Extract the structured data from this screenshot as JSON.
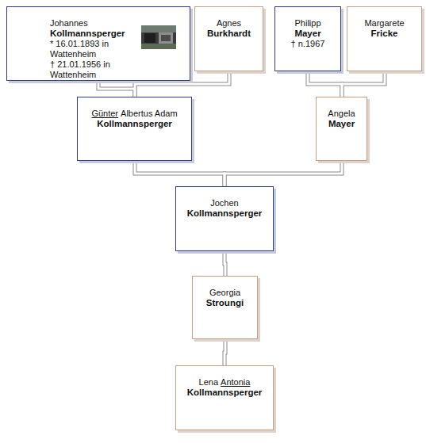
{
  "diagram": {
    "nodes": [
      {
        "text": [
          "Johannes",
          "Kollmannsperger",
          "* 16.01.1893 in Wattenheim",
          "† 21.01.1956 in Wattenheim"
        ]
      },
      {
        "text": [
          "Agnes",
          "Burkhardt"
        ]
      },
      {
        "text": [
          "Philipp",
          "Mayer",
          "† n.1967"
        ]
      },
      {
        "text": [
          "Margarete",
          "Fricke"
        ]
      },
      {
        "text": [
          "Günter",
          "Albertus Adam",
          "Kollmannsperger"
        ]
      },
      {
        "text": [
          "Angela",
          "Mayer"
        ]
      },
      {
        "text": [
          "Jochen",
          "Kollmannsperger"
        ]
      },
      {
        "text": [
          "Georgia",
          "Stroungi"
        ]
      },
      {
        "text": [
          "Lena",
          "Antonia",
          "Kollmannsperger"
        ]
      }
    ],
    "edges": [
      {
        "from": 0,
        "to": 4,
        "arrow": "none"
      },
      {
        "from": 1,
        "to": 4,
        "arrow": "none"
      },
      {
        "from": 2,
        "to": 5,
        "arrow": "none"
      },
      {
        "from": 3,
        "to": 5,
        "arrow": "none"
      },
      {
        "from": 4,
        "to": 6,
        "arrow": "none"
      },
      {
        "from": 5,
        "to": 6,
        "arrow": "none"
      },
      {
        "from": 6,
        "to": 7,
        "arrow": "none"
      },
      {
        "from": 7,
        "to": 8,
        "arrow": "none"
      }
    ]
  }
}
